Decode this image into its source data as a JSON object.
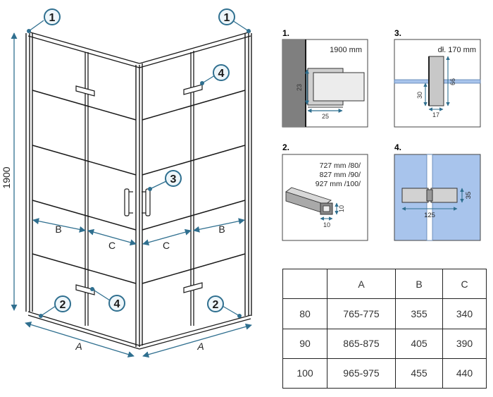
{
  "main_drawing": {
    "height_label": "1900",
    "callouts": [
      "1",
      "1",
      "4",
      "3",
      "4",
      "2",
      "2"
    ],
    "dimensions": {
      "a_left": "A",
      "a_right": "A",
      "b_left": "B",
      "b_right": "B",
      "c_left": "C",
      "c_right": "C"
    }
  },
  "details": {
    "d1": {
      "title": "1.",
      "length_label": "1900 mm",
      "height_label": "23",
      "width_label": "25"
    },
    "d2": {
      "title": "2.",
      "lengths": [
        "727 mm /80/",
        "827 mm /90/",
        "927 mm /100/"
      ],
      "height_label": "10",
      "width_label": "10"
    },
    "d3": {
      "title": "3.",
      "length_label": "dł. 170 mm",
      "total_label": "66",
      "lower_label": "30",
      "width_label": "17"
    },
    "d4": {
      "title": "4.",
      "width_label": "125",
      "height_label": "35"
    }
  },
  "table": {
    "headers": [
      "",
      "A",
      "B",
      "C"
    ],
    "rows": [
      [
        "80",
        "765-775",
        "355",
        "340"
      ],
      [
        "90",
        "865-875",
        "405",
        "390"
      ],
      [
        "100",
        "965-975",
        "455",
        "440"
      ]
    ]
  },
  "colors": {
    "accent": "#2f6f8f",
    "glass_blue": "#a8c4ec",
    "wall_gray": "#7f7f7f"
  }
}
